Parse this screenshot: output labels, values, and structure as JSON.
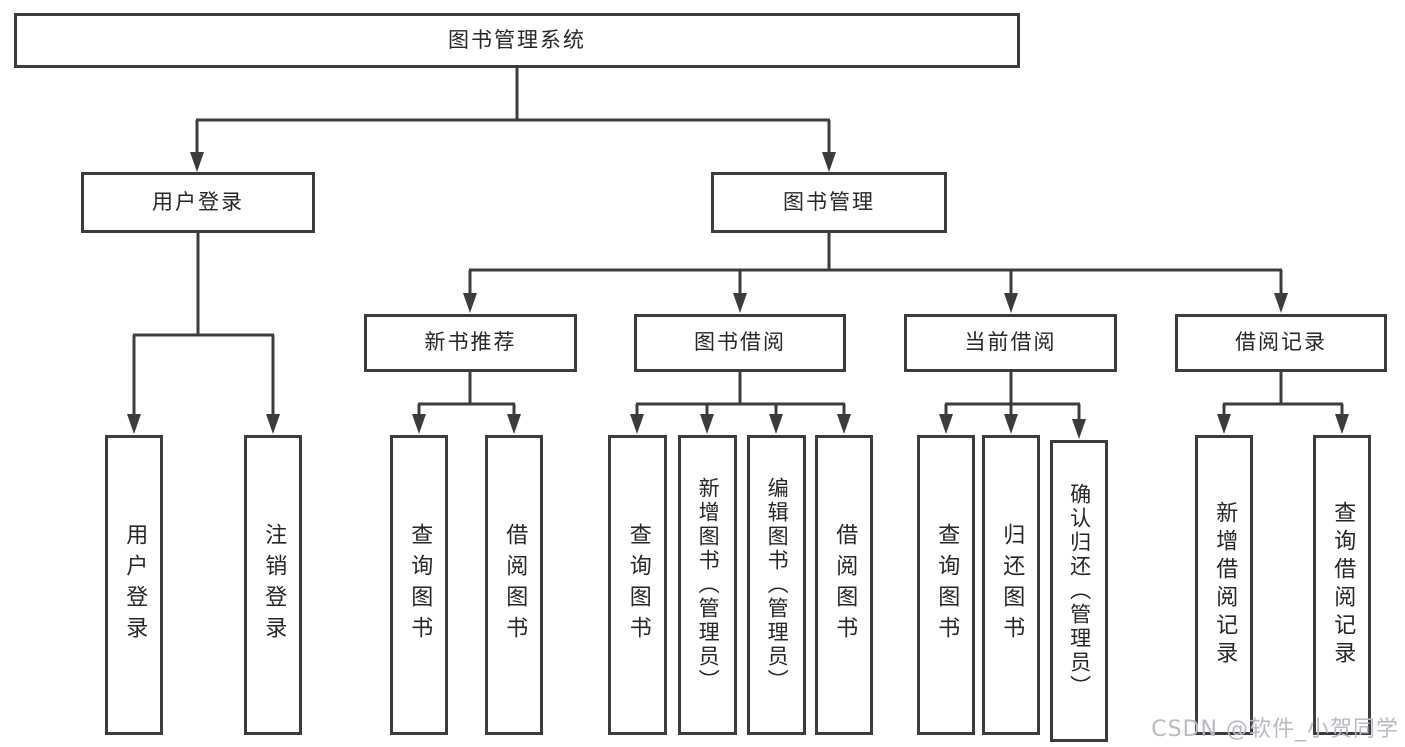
{
  "diagram": {
    "root": "图书管理系统",
    "branches": [
      {
        "label": "用户登录",
        "children": [
          "用户登录",
          "注销登录"
        ]
      },
      {
        "label": "图书管理",
        "children": [
          {
            "label": "新书推荐",
            "children": [
              "查询图书",
              "借阅图书"
            ]
          },
          {
            "label": "图书借阅",
            "children": [
              "查询图书",
              "新增图书（管理员）",
              "编辑图书（管理员）",
              "借阅图书"
            ]
          },
          {
            "label": "当前借阅",
            "children": [
              "查询图书",
              "归还图书",
              "确认归还（管理员）"
            ]
          },
          {
            "label": "借阅记录",
            "children": [
              "新增借阅记录",
              "查询借阅记录"
            ]
          }
        ]
      }
    ],
    "watermark": "CSDN @软件_小贺同学",
    "colors": {
      "line": "#3c3c3c",
      "text": "#262626",
      "background": "#ffffff",
      "watermark": "#b9b9c2"
    }
  }
}
